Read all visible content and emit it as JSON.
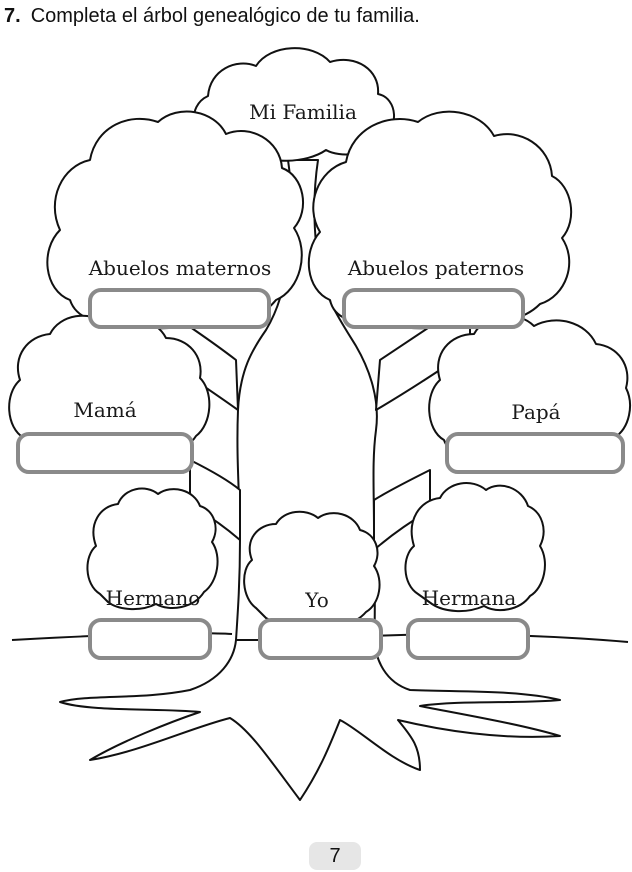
{
  "instruction": {
    "number": "7.",
    "text": "Completa el árbol genealógico de tu familia."
  },
  "tree": {
    "title": "Mi Familia",
    "members": {
      "maternal_grandparents": "Abuelos maternos",
      "paternal_grandparents": "Abuelos paternos",
      "mother": "Mamá",
      "father": "Papá",
      "brother": "Hermano",
      "self": "Yo",
      "sister": "Hermana"
    }
  },
  "page_number": "7",
  "colors": {
    "outline": "#111111",
    "answer_box_border": "#8a8a8a",
    "page_number_bg": "#e6e6e6"
  }
}
